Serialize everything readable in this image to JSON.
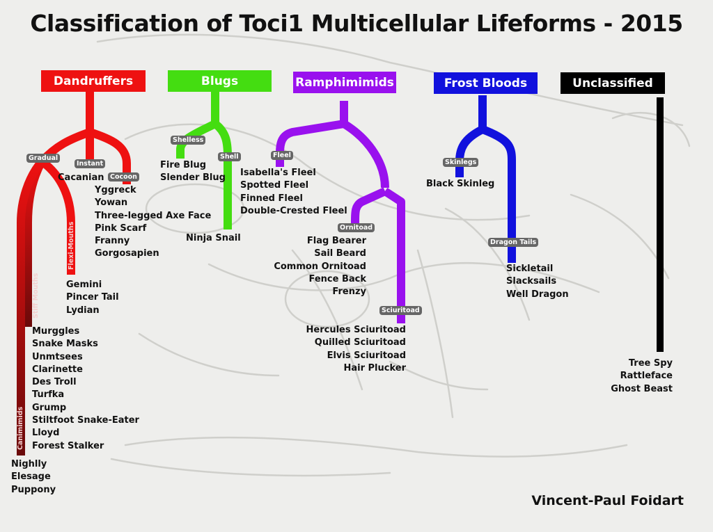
{
  "title": "Classification of Toci1 Multicellular Lifeforms - 2015",
  "author": "Vincent-Paul Foidart",
  "colors": {
    "dandruffers": "#ee1111",
    "blugs": "#44dd11",
    "ramphimimids": "#9911ee",
    "frost_bloods": "#1111dd",
    "unclassified": "#000000"
  },
  "groups": {
    "dandruffers": {
      "label": "Dandruffers",
      "branches": {
        "gradual": "Gradual",
        "instant": "Instant",
        "cocoon": "Cocoon",
        "flexi_mouths": "Flexi-Mouths",
        "stiff_mouths": "Stiff Mouths",
        "canimimids": "Canimimids"
      },
      "instant_species": [
        "Cacanian"
      ],
      "cocoon_species": [
        "Yggreck",
        "Yowan",
        "Three-legged Axe Face",
        "Pink Scarf",
        "Franny",
        "Gorgosapien"
      ],
      "flexi_species": [
        "Gemini",
        "Pincer Tail",
        "Lydian"
      ],
      "stiff_species": [
        "Murggles",
        "Snake Masks",
        "Unmtsees",
        "Clarinette",
        "Des Troll",
        "Turfka",
        "Grump",
        "Stiltfoot Snake-Eater",
        "Lloyd",
        "Forest Stalker"
      ],
      "canimimid_species": [
        "Nighlly",
        "Elesage",
        "Puppony"
      ]
    },
    "blugs": {
      "label": "Blugs",
      "branches": {
        "shelless": "Shelless",
        "shell": "Shell"
      },
      "shelless_species": [
        "Fire Blug",
        "Slender Blug"
      ],
      "shell_species": [
        "Ninja Snail"
      ]
    },
    "ramphimimids": {
      "label": "Ramphimimids",
      "branches": {
        "fleel": "Fleel",
        "ornitoad": "Ornitoad",
        "sciuritoad": "Sciuritoad"
      },
      "fleel_species": [
        "Isabella's Fleel",
        "Spotted Fleel",
        "Finned Fleel",
        "Double-Crested Fleel"
      ],
      "ornitoad_species": [
        "Flag Bearer",
        "Sail Beard",
        "Common Ornitoad",
        "Fence Back",
        "Frenzy"
      ],
      "sciuritoad_species": [
        "Hercules Sciuritoad",
        "Quilled Sciuritoad",
        "Elvis Sciuritoad",
        "Hair Plucker"
      ]
    },
    "frost_bloods": {
      "label": "Frost Bloods",
      "branches": {
        "skinlegs": "Skinlegs",
        "dragon_tails": "Dragon Tails"
      },
      "skinleg_species": [
        "Black Skinleg"
      ],
      "dragon_tail_species": [
        "Sickletail",
        "Slacksails",
        "Well Dragon"
      ]
    },
    "unclassified": {
      "label": "Unclassified",
      "species": [
        "Tree Spy",
        "Rattleface",
        "Ghost Beast"
      ]
    }
  }
}
